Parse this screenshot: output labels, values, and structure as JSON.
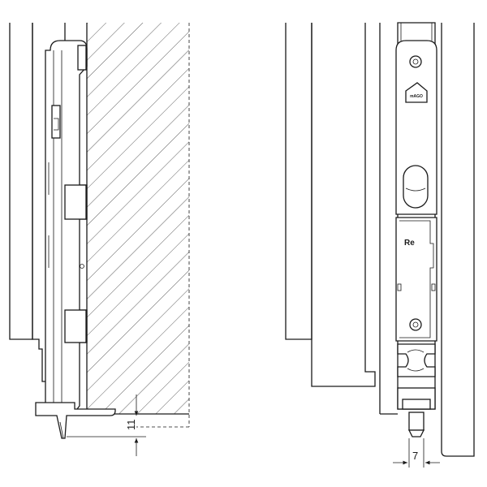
{
  "left_view": {
    "dimension_label": "11"
  },
  "right_view": {
    "side_mark": "Re",
    "logo_text": "mAGO",
    "dimension_label": "7"
  }
}
